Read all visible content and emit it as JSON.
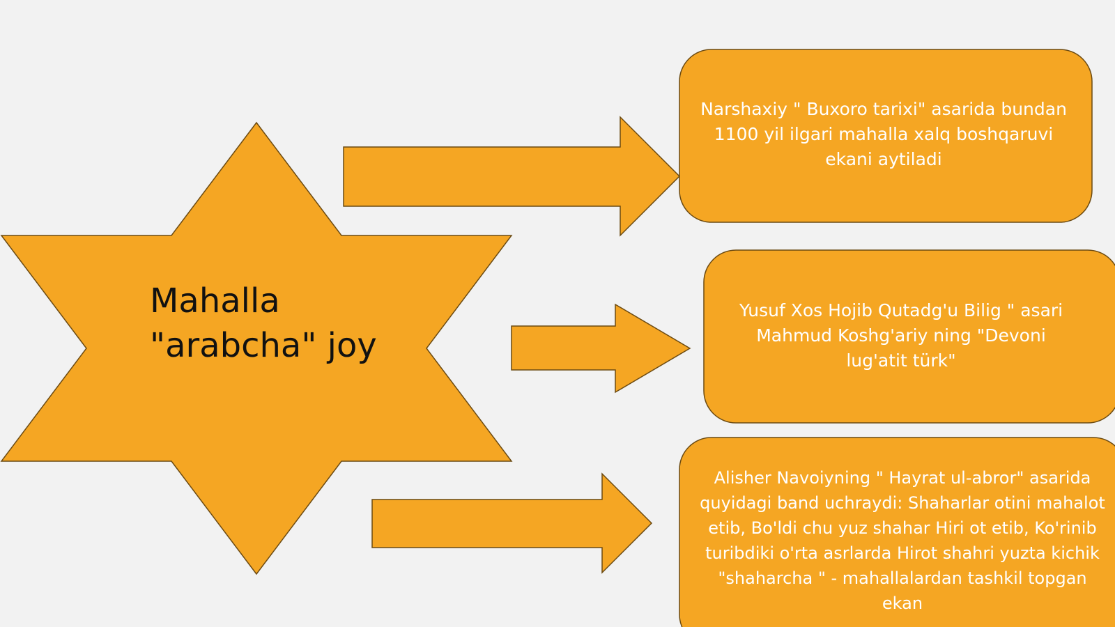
{
  "colors": {
    "background": "#f2f2f2",
    "shape_fill": "#f5a623",
    "shape_stroke": "#6b4a12",
    "title_text": "#111111",
    "box_text": "#ffffff"
  },
  "central": {
    "line1": "Mahalla",
    "line2": "\"arabcha\" joy"
  },
  "boxes": [
    {
      "text": "Narshaxiy \" Buxoro tarixi\" asarida bundan 1100 yil ilgari mahalla xalq boshqaruvi ekani aytiladi"
    },
    {
      "text": "Yusuf Xos Hojib Qutadg'u  Bilig \" asari Mahmud Koshg'ariy ning \"Devoni lug'atit türk\""
    },
    {
      "text": "Alisher Navoiyning \" Hayrat ul-abror\" asarida quyidagi band uchraydi: Shaharlar otini mahalot etib, Bo'ldi chu yuz shahar Hiri ot etib, Ko'rinib turibdiki o'rta asrlarda Hirot shahri yuzta kichik \"shaharcha \" - mahallalardan tashkil topgan ekan"
    }
  ]
}
